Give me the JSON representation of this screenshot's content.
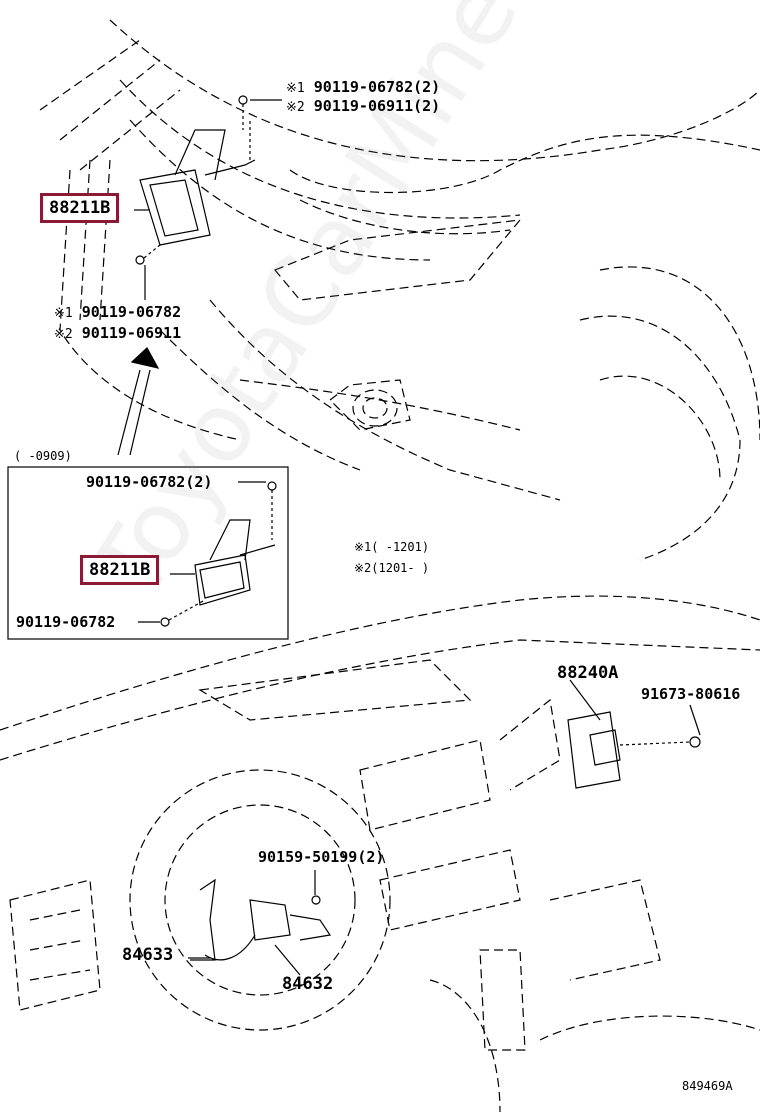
{
  "callouts": {
    "bolt_top_1": "90119-06782(2)",
    "bolt_top_2": "90119-06911(2)",
    "bolt_mid_1": "90119-06782",
    "bolt_mid_2": "90119-06911",
    "mark_1": "※1",
    "mark_2": "※2",
    "part_88211b_top": "88211B",
    "inset_range": "(    -0909)",
    "inset_bolt_top": "90119-06782(2)",
    "part_88211b_inset": "88211B",
    "inset_bolt_bottom": "90119-06782",
    "note_1": "※1(    -1201)",
    "note_2": "※2(1201-    )",
    "part_88240a": "88240A",
    "bolt_91673": "91673-80616",
    "bolt_90159": "90159-50199(2)",
    "part_84633": "84633",
    "part_84632": "84632",
    "diagram_id": "849469A"
  },
  "watermark": "ToyotaCarMine.ru",
  "colors": {
    "highlight_box": "#8b1a35",
    "line": "#000000"
  }
}
